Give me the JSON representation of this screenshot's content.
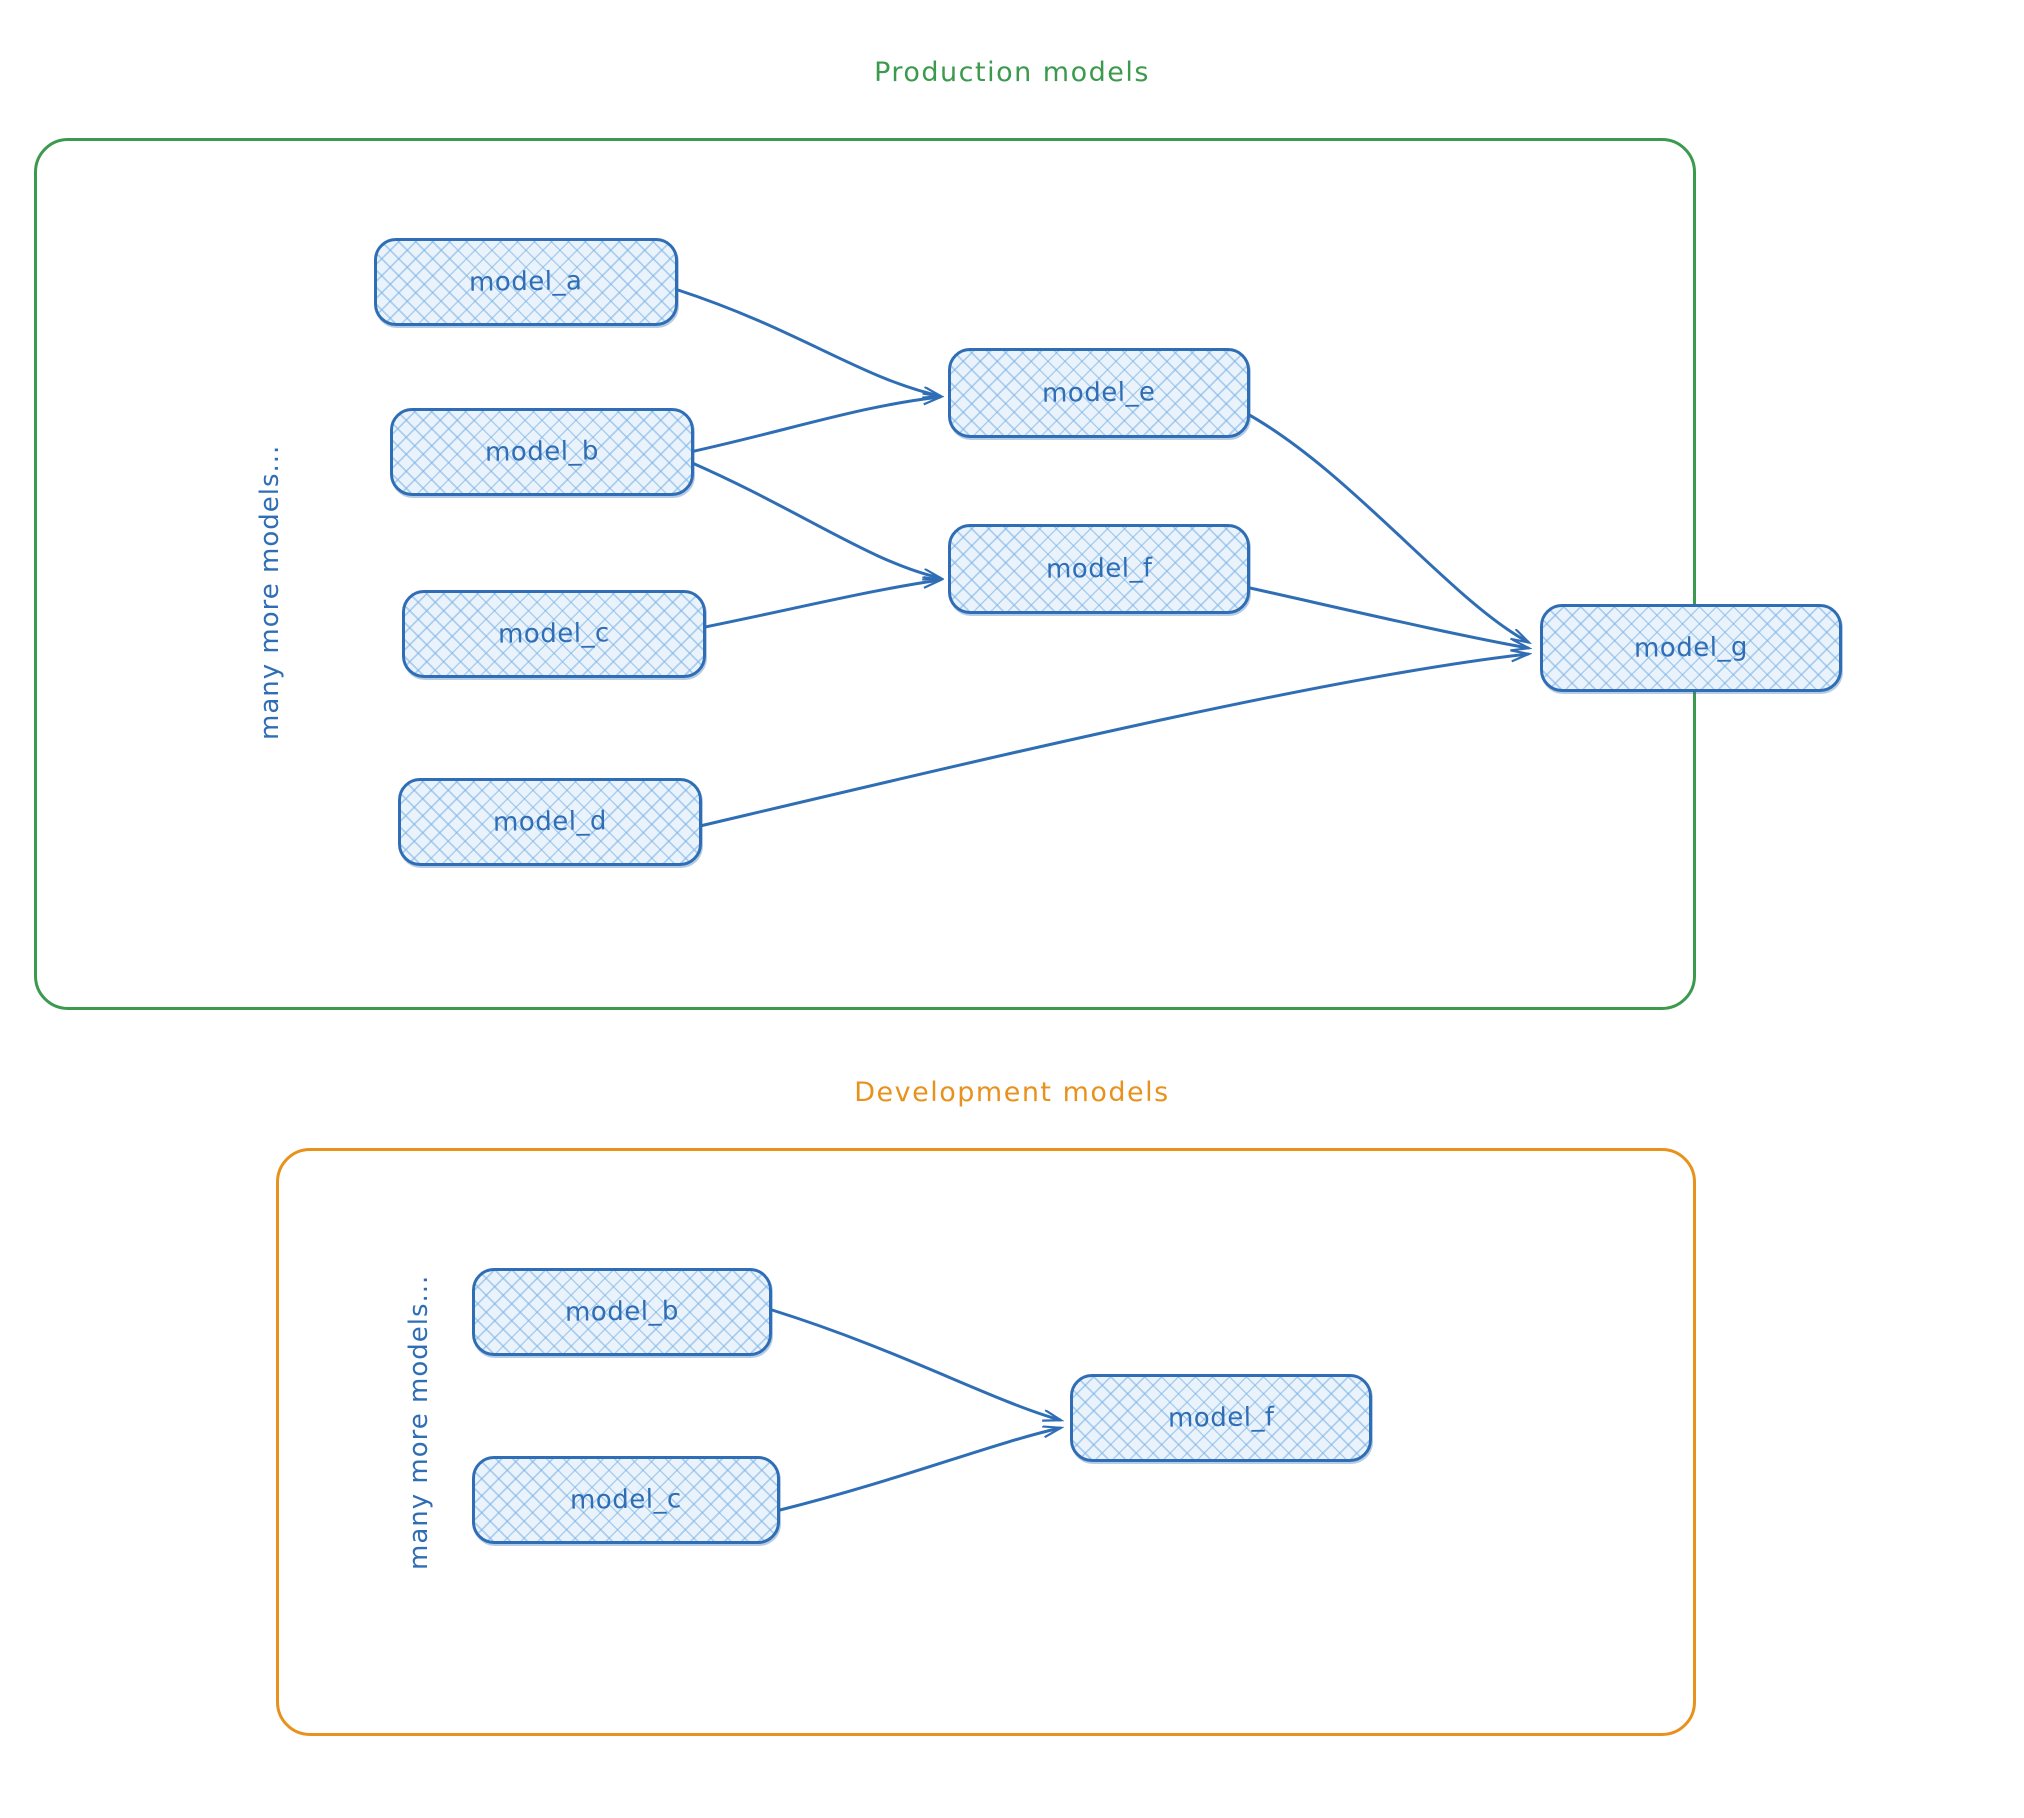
{
  "diagram": {
    "type": "dbt-style model lineage diagram",
    "background": "#ffffff",
    "colors": {
      "production_border": "#3c9a4e",
      "production_title": "#3c9a4e",
      "development_border": "#e8921e",
      "development_title": "#e8921e",
      "node_border": "#2f6eb5",
      "node_fill": "#eaf3fc",
      "node_text": "#2f6eb5",
      "edge": "#2f6eb5"
    },
    "groups": [
      {
        "id": "production",
        "title": "Production models",
        "aside_label": "many more models...",
        "nodes": [
          {
            "id": "prod_model_a",
            "label": "model_a"
          },
          {
            "id": "prod_model_b",
            "label": "model_b"
          },
          {
            "id": "prod_model_c",
            "label": "model_c"
          },
          {
            "id": "prod_model_d",
            "label": "model_d"
          },
          {
            "id": "prod_model_e",
            "label": "model_e"
          },
          {
            "id": "prod_model_f",
            "label": "model_f"
          },
          {
            "id": "prod_model_g",
            "label": "model_g"
          }
        ],
        "edges": [
          {
            "from": "model_a",
            "to": "model_e"
          },
          {
            "from": "model_b",
            "to": "model_e"
          },
          {
            "from": "model_b",
            "to": "model_f"
          },
          {
            "from": "model_c",
            "to": "model_f"
          },
          {
            "from": "model_e",
            "to": "model_g"
          },
          {
            "from": "model_f",
            "to": "model_g"
          },
          {
            "from": "model_d",
            "to": "model_g"
          }
        ]
      },
      {
        "id": "development",
        "title": "Development models",
        "aside_label": "many more models...",
        "nodes": [
          {
            "id": "dev_model_b",
            "label": "model_b"
          },
          {
            "id": "dev_model_c",
            "label": "model_c"
          },
          {
            "id": "dev_model_f",
            "label": "model_f"
          }
        ],
        "edges": [
          {
            "from": "model_b",
            "to": "model_f"
          },
          {
            "from": "model_c",
            "to": "model_f"
          }
        ]
      }
    ]
  }
}
